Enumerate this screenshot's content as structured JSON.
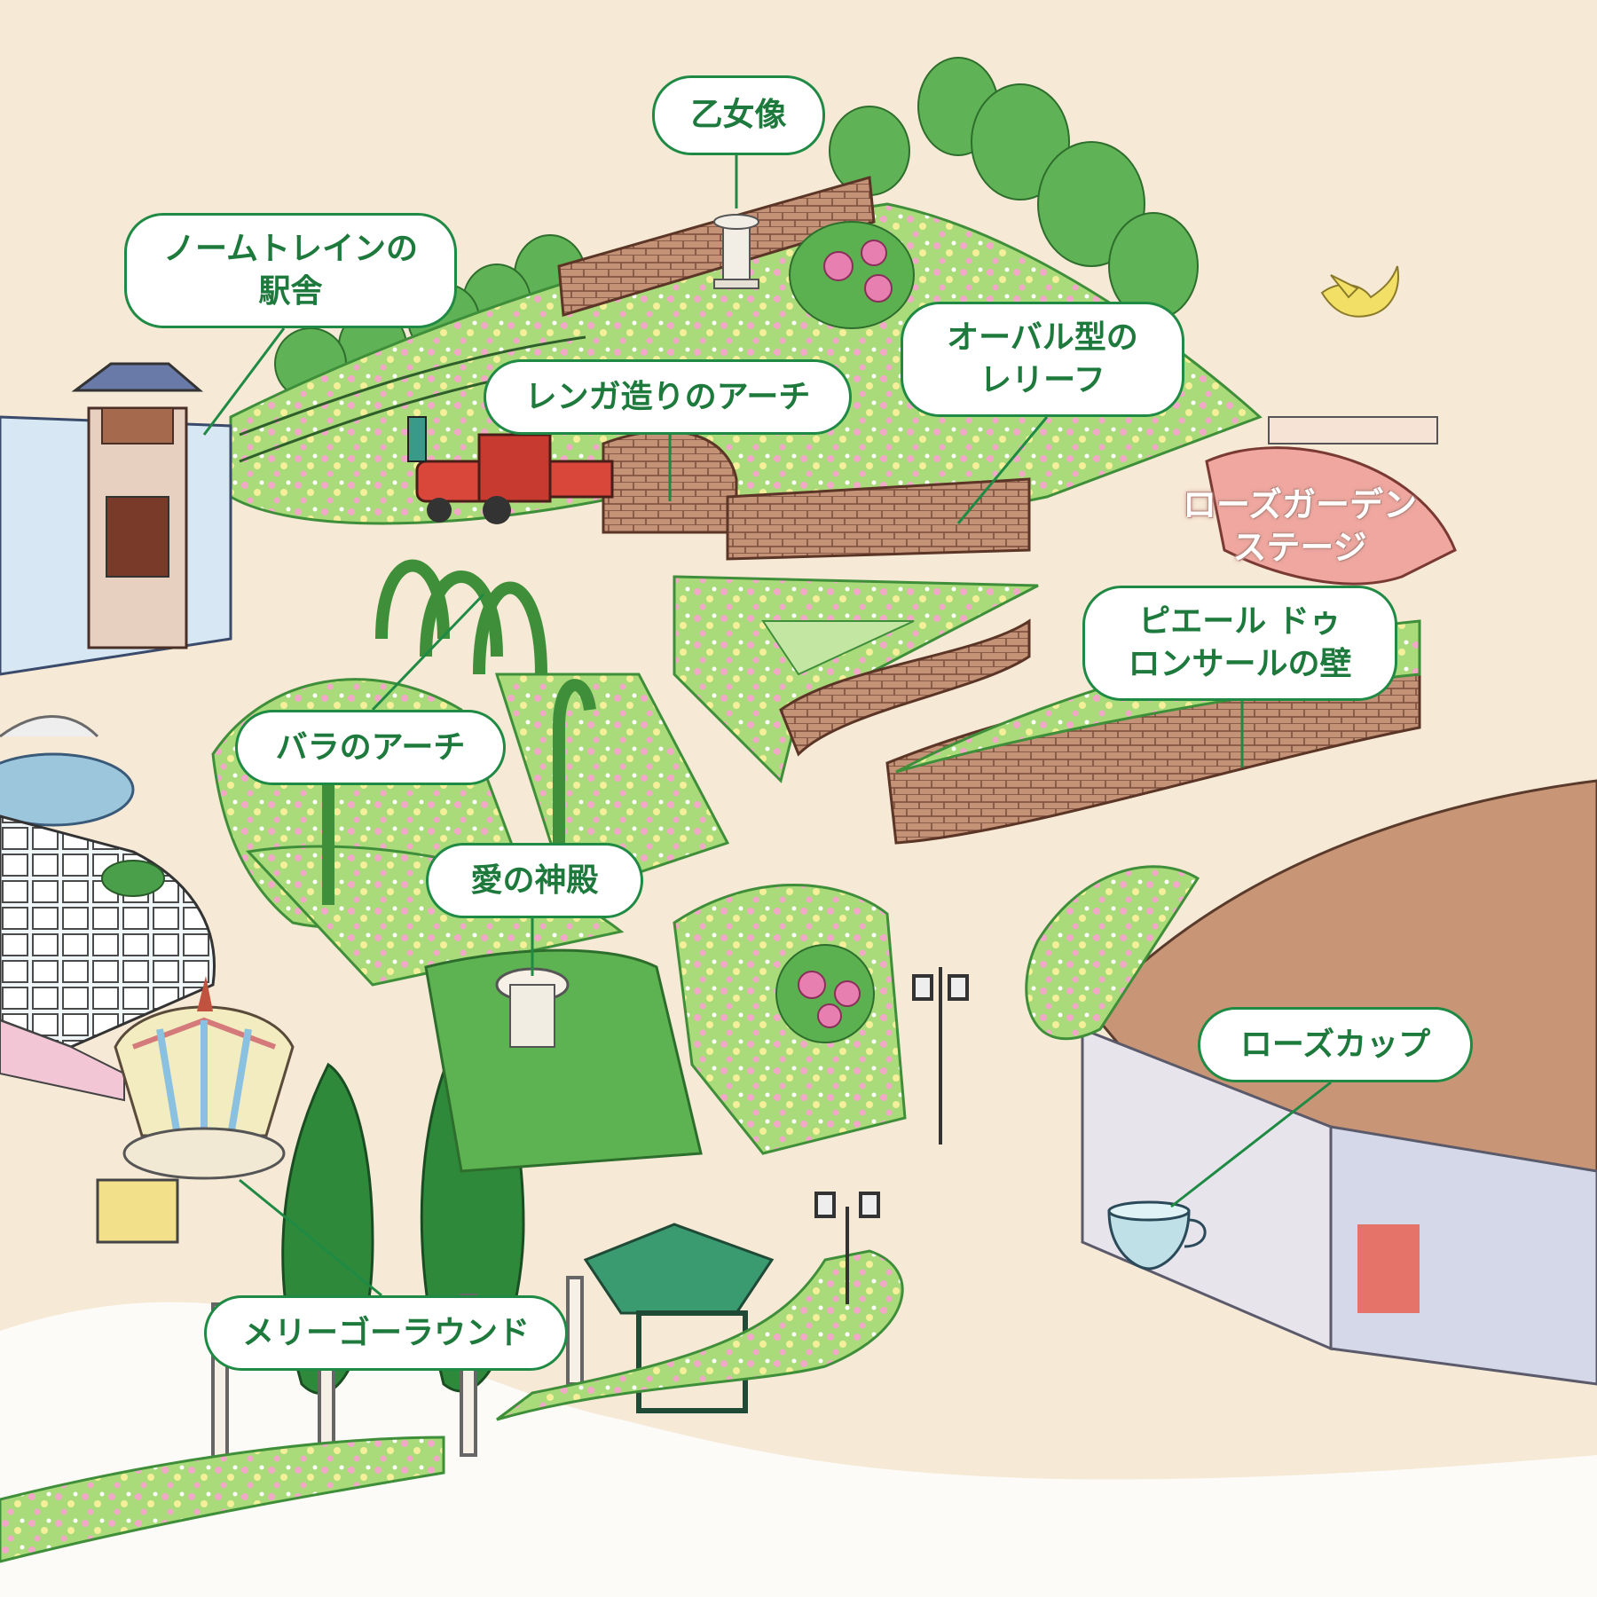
{
  "map": {
    "colors": {
      "label_border": "#1f8a44",
      "label_text": "#1d7a3c",
      "path": "#f5e8d4",
      "lawn": "#8fd06a",
      "brick": "#b8856a",
      "tree": "#3f9f43"
    },
    "labels": {
      "otome_zou": "乙女像",
      "gnome_train_line1": "ノームトレインの",
      "gnome_train_line2": "駅舎",
      "brick_arch": "レンガ造りのアーチ",
      "oval_relief_line1": "オーバル型の",
      "oval_relief_line2": "レリーフ",
      "rose_garden_stage_line1": "ローズガーデン",
      "rose_garden_stage_line2": "ステージ",
      "pierre_wall_line1": "ピエール ドゥ",
      "pierre_wall_line2": "ロンサールの壁",
      "rose_arch": "バラのアーチ",
      "temple_of_love": "愛の神殿",
      "rose_cup": "ローズカップ",
      "merry_go_round": "メリーゴーラウンド"
    },
    "icons": {
      "bird": "bird-icon",
      "train": "train-icon",
      "teacup": "teacup-icon",
      "carousel": "carousel-icon",
      "gazebo": "gazebo-icon",
      "statue": "statue-icon",
      "lamp": "street-lamp-icon"
    }
  }
}
